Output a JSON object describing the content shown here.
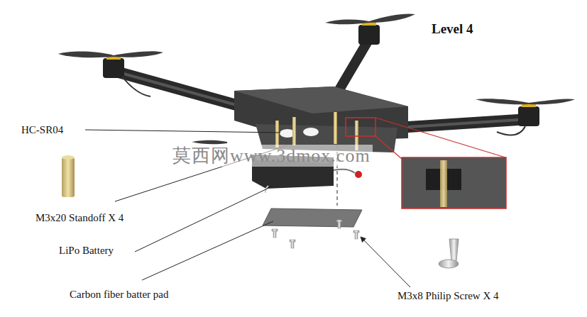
{
  "diagram": {
    "title": "Level 4",
    "labels": [
      "HC-SR04",
      "莫西网www.3dmox.com",
      "M3x20 Standoff X 4",
      "LiPo Battery",
      "Carbon fiber batter pad",
      "M3x8 Philip Screw X 4"
    ]
  }
}
